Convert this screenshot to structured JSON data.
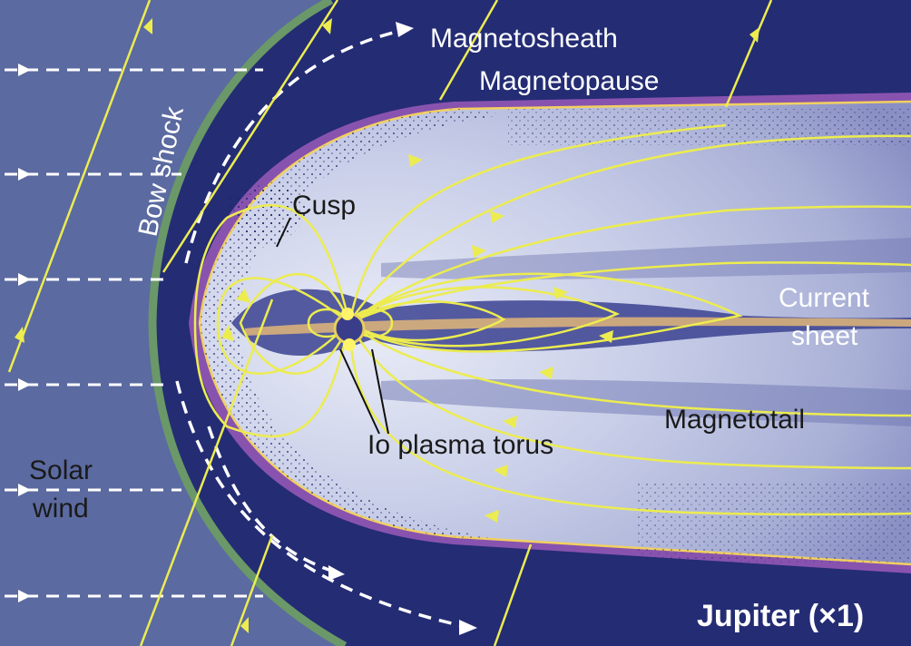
{
  "labels": {
    "magnetosheath": "Magnetosheath",
    "magnetopause": "Magnetopause",
    "bow_shock": "Bow shock",
    "cusp": "Cusp",
    "current_sheet_line1": "Current",
    "current_sheet_line2": "sheet",
    "magnetotail": "Magnetotail",
    "io_plasma_torus": "Io plasma torus",
    "solar_wind_line1": "Solar",
    "solar_wind_line2": "wind",
    "title": "Jupiter (×1)"
  },
  "colors": {
    "solar_wind_bg": "#5a6a9e",
    "sheath": "#242c74",
    "bow_shock": "#6a9868",
    "magnetopause_glow": "#9a5ab8",
    "inner_light": "#c4cae6",
    "field_line": "#ecec50",
    "planet": "#3a3e8a",
    "label_white": "#ffffff",
    "label_dark": "#1a1a1a"
  }
}
